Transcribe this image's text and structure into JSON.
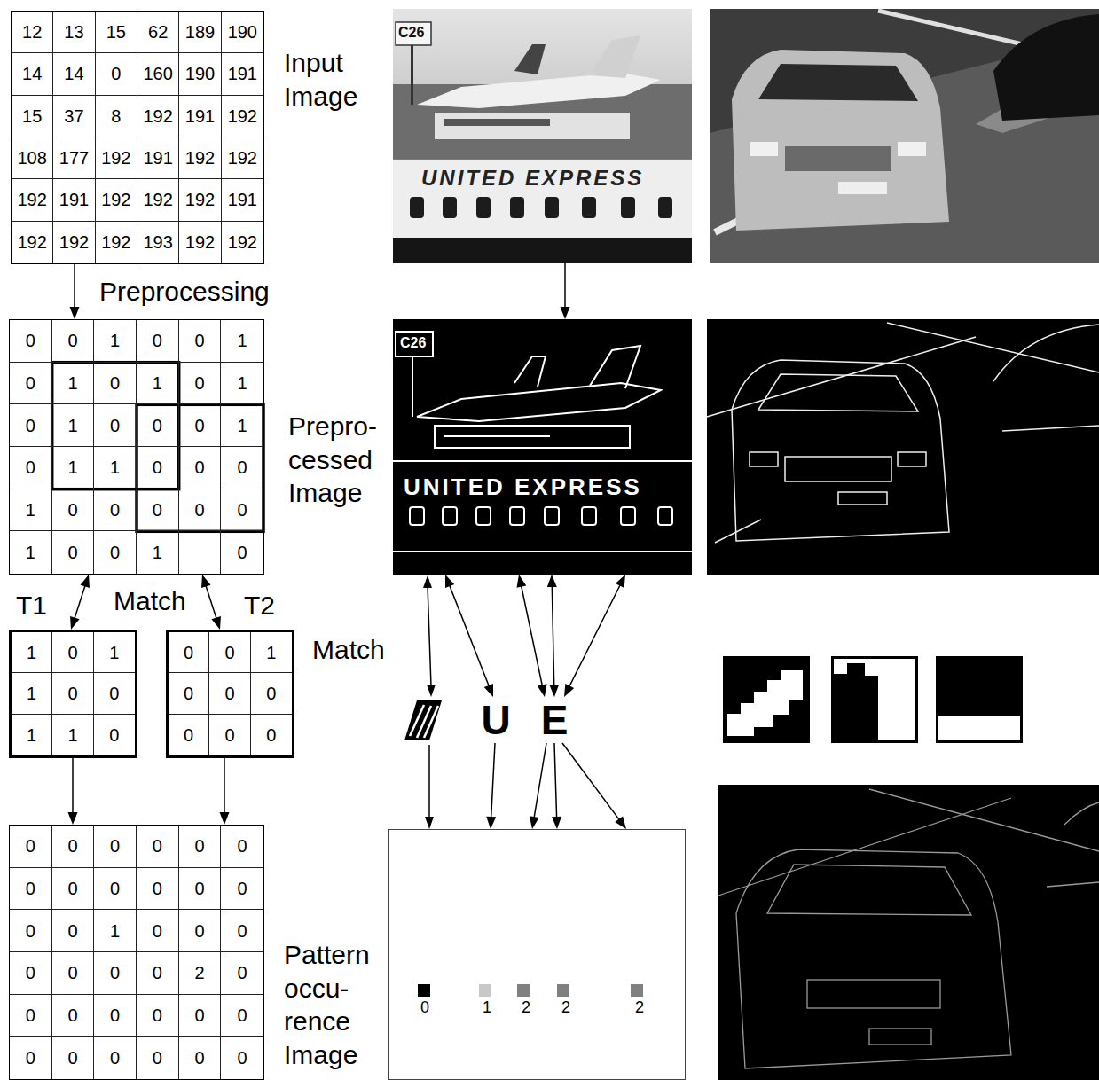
{
  "diagram": {
    "nodes": [
      {
        "text": [
          "12",
          "13",
          "15",
          "62",
          "189",
          "190",
          "14",
          "14",
          "0",
          "160",
          "190",
          "191",
          "15",
          "37",
          "8",
          "192",
          "191",
          "192",
          "108",
          "177",
          "192",
          "191",
          "192",
          "192",
          "192",
          "191",
          "192",
          "192",
          "192",
          "191",
          "192",
          "192",
          "192",
          "193",
          "192",
          "192"
        ]
      },
      {
        "text": [
          "0",
          "0",
          "1",
          "0",
          "0",
          "1",
          "0",
          "1",
          "0",
          "1",
          "0",
          "1",
          "0",
          "1",
          "0",
          "0",
          "0",
          "1",
          "0",
          "1",
          "1",
          "0",
          "0",
          "0",
          "1",
          "0",
          "0",
          "0",
          "0",
          "0",
          "1",
          "0",
          "0",
          "1",
          "0"
        ]
      },
      {
        "text": [
          "T1",
          "1",
          "0",
          "1",
          "1",
          "0",
          "0",
          "1",
          "1",
          "0"
        ]
      },
      {
        "text": [
          "T2",
          "0",
          "0",
          "1",
          "0",
          "0",
          "0",
          "0",
          "0",
          "0"
        ]
      },
      {
        "text": [
          "0",
          "0",
          "0",
          "0",
          "0",
          "0",
          "0",
          "0",
          "0",
          "0",
          "0",
          "0",
          "0",
          "0",
          "1",
          "0",
          "0",
          "0",
          "0",
          "0",
          "0",
          "0",
          "2",
          "0",
          "0",
          "0",
          "0",
          "0",
          "0",
          "0",
          "0",
          "0",
          "0",
          "0",
          "0",
          "0"
        ]
      },
      {
        "text": [
          "C26",
          "UNITED EXPRESS"
        ]
      },
      {
        "text": [
          "C26",
          "UNITED EXPRESS"
        ]
      },
      {
        "text": [
          "U"
        ]
      },
      {
        "text": [
          "E"
        ]
      },
      {
        "text": [
          "0",
          "1",
          "2",
          "2",
          "2"
        ]
      }
    ],
    "edges": [
      {
        "from": 0,
        "to": 1,
        "arrow": "to",
        "label": "Preprocessing"
      },
      {
        "from": 1,
        "to": 2,
        "arrow": "both"
      },
      {
        "from": 1,
        "to": 3,
        "arrow": "both"
      },
      {
        "from": 2,
        "to": 4,
        "arrow": "to"
      },
      {
        "from": 3,
        "to": 4,
        "arrow": "to"
      },
      {
        "from": 5,
        "to": 6,
        "arrow": "to"
      },
      {
        "from": 6,
        "to": 7,
        "arrow": "both"
      },
      {
        "from": 6,
        "to": 8,
        "arrow": "both"
      },
      {
        "from": 6,
        "to": 8,
        "arrow": "both"
      },
      {
        "from": 6,
        "to": 8,
        "arrow": "both"
      },
      {
        "from": 7,
        "to": 9,
        "arrow": "to"
      },
      {
        "from": 8,
        "to": 9,
        "arrow": "to"
      },
      {
        "from": 8,
        "to": 9,
        "arrow": "to"
      },
      {
        "from": 8,
        "to": 9,
        "arrow": "to"
      }
    ],
    "labels": [
      "Input Image",
      "Prepro- cessed Image",
      "Match",
      "Match",
      "Pattern occu- rence Image"
    ]
  }
}
